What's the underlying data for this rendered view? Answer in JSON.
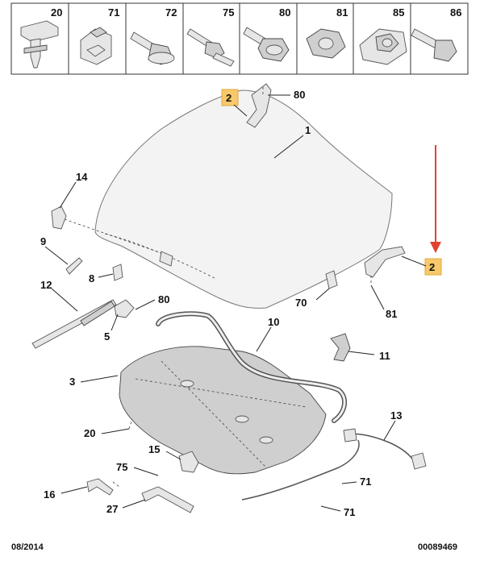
{
  "header_parts": [
    "20",
    "71",
    "72",
    "75",
    "80",
    "81",
    "85",
    "86"
  ],
  "callouts": {
    "hood": "1",
    "hinge_left": "2",
    "hinge_right": "2",
    "insulation": "3",
    "prop_bracket": "5",
    "stop_8": "8",
    "stop_9": "9",
    "seal": "10",
    "bracket_11": "11",
    "strut": "12",
    "cable": "13",
    "hook": "14",
    "lock": "15",
    "handle": "16",
    "bracket_27": "27",
    "clip_20": "20",
    "buffer_70": "70",
    "nut_71a": "71",
    "nut_71b": "71",
    "screw_75": "75",
    "bolt_80a": "80",
    "bolt_80b": "80",
    "nut_81": "81"
  },
  "footer": {
    "date": "08/2014",
    "reference": "00089469"
  },
  "colors": {
    "highlight": "#f7c96b",
    "arrow": "#e2432e"
  }
}
